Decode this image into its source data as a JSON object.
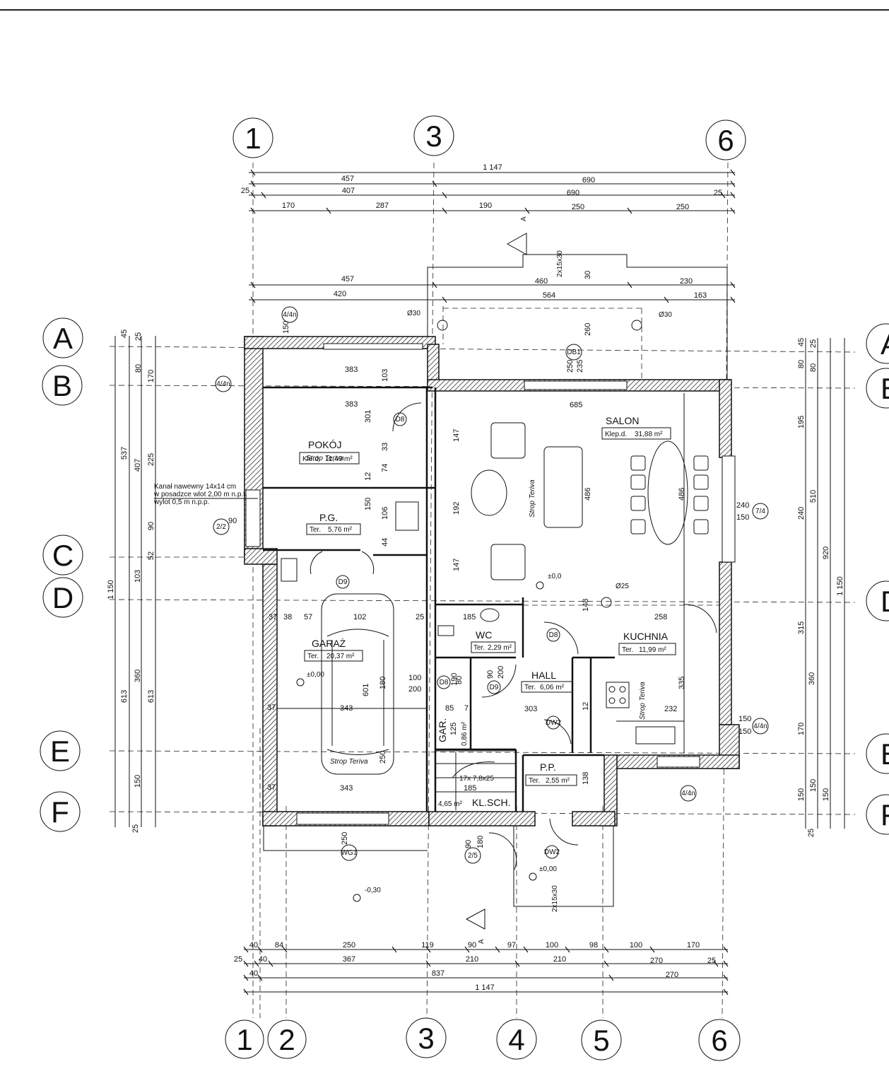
{
  "axes_top": [
    "1",
    "3",
    "6"
  ],
  "axes_bottom": [
    "1",
    "2",
    "3",
    "4",
    "5",
    "6"
  ],
  "axes_left": [
    "A",
    "B",
    "C",
    "D",
    "E",
    "F"
  ],
  "axes_right": [
    "A",
    "B",
    "D",
    "E",
    "F"
  ],
  "rooms": {
    "pokoj": {
      "name": "POKÓJ",
      "floor": "Kle.d.",
      "area": "11,49 m²"
    },
    "pg": {
      "name": "P.G.",
      "floor": "Ter.",
      "area": "5,76 m²"
    },
    "garaz": {
      "name": "GARAŻ",
      "floor": "Ter.",
      "area": "20,37 m²"
    },
    "salon": {
      "name": "SALON",
      "floor": "Klep.d.",
      "area": "31,88 m²"
    },
    "kuchnia": {
      "name": "KUCHNIA",
      "floor": "Ter.",
      "area": "11,99 m²"
    },
    "wc": {
      "name": "WC",
      "floor": "Ter.",
      "area": "2,29 m²"
    },
    "hall": {
      "name": "HALL",
      "floor": "Ter.",
      "area": "6,06 m²"
    },
    "pp": {
      "name": "P.P.",
      "floor": "Ter.",
      "area": "2,55 m²"
    },
    "gar": {
      "name": "GAR.",
      "area": "0,86 m²"
    },
    "klsch": {
      "name": "KL.SCH.",
      "area": "4,65 m²"
    }
  },
  "notes": {
    "strop": "Strop Teriva",
    "kanal": [
      "Kanał nawewny 14x14 cm",
      "w posadzce wlot 2,00 m n.p.t.",
      "wylot 0,5 m n.p.p."
    ],
    "level_0": "±0,0",
    "level_00": "±0,00",
    "level_neg": "-0,30",
    "stairs": "17x 7,8x25",
    "c30": "Ø30",
    "c25": "Ø25",
    "section": "A"
  },
  "dims_top": {
    "r1": [
      "1 147"
    ],
    "r2": [
      "457",
      "690"
    ],
    "r3": [
      "25",
      "407",
      "690",
      "25"
    ],
    "r4": [
      "170",
      "287",
      "190",
      "250",
      "250"
    ],
    "r5": [
      "457",
      "460",
      "230"
    ],
    "r6": [
      "420",
      "564",
      "163"
    ]
  },
  "dims_bottom": {
    "r1": [
      "40",
      "84",
      "250",
      "119",
      "90",
      "97",
      "100",
      "98",
      "100",
      "170"
    ],
    "r2": [
      "25",
      "40",
      "367",
      "210",
      "210",
      "270",
      "25"
    ],
    "r3": [
      "40",
      "837",
      "270"
    ],
    "r4": [
      "1 147"
    ]
  },
  "dims_left": {
    "c1": [
      "1 150"
    ],
    "c2": [
      "537",
      "613"
    ],
    "c3": [
      "407",
      "103",
      "360",
      "150"
    ],
    "c4": [
      "45",
      "25",
      "80",
      "225",
      "90",
      "52",
      "613",
      "25"
    ],
    "c5": [
      "170"
    ]
  },
  "dims_right": {
    "c1": [
      "45",
      "25",
      "80",
      "195",
      "240",
      "315",
      "360",
      "170",
      "150",
      "25"
    ],
    "c2": [
      "80",
      "510",
      "150"
    ],
    "c3": [
      "920",
      "150"
    ],
    "c4": [
      "1 150"
    ]
  },
  "inner_dims": [
    "383",
    "383",
    "685",
    "258",
    "343",
    "343",
    "303",
    "232",
    "185",
    "185",
    "102",
    "38",
    "57",
    "37",
    "25",
    "12",
    "147",
    "147",
    "192",
    "486",
    "486",
    "601",
    "180",
    "250",
    "150",
    "301",
    "103",
    "106",
    "74",
    "33",
    "44",
    "335",
    "148",
    "138",
    "200",
    "90",
    "100",
    "200",
    "80",
    "125",
    "190",
    "85",
    "7",
    "12",
    "260",
    "30",
    "250",
    "235",
    "150",
    "90",
    "240",
    "150",
    "150",
    "150",
    "90",
    "180",
    "250",
    "37",
    "37"
  ],
  "tags": [
    "4/4n",
    "4/4n",
    "2/2",
    "7/4",
    "4/4n",
    "4/4n",
    "2/5",
    "DB1",
    "WG1",
    "D8",
    "D9",
    "D9",
    "D8",
    "D8",
    "DW2",
    "DW2",
    "2x15x30",
    "2x15x30"
  ]
}
